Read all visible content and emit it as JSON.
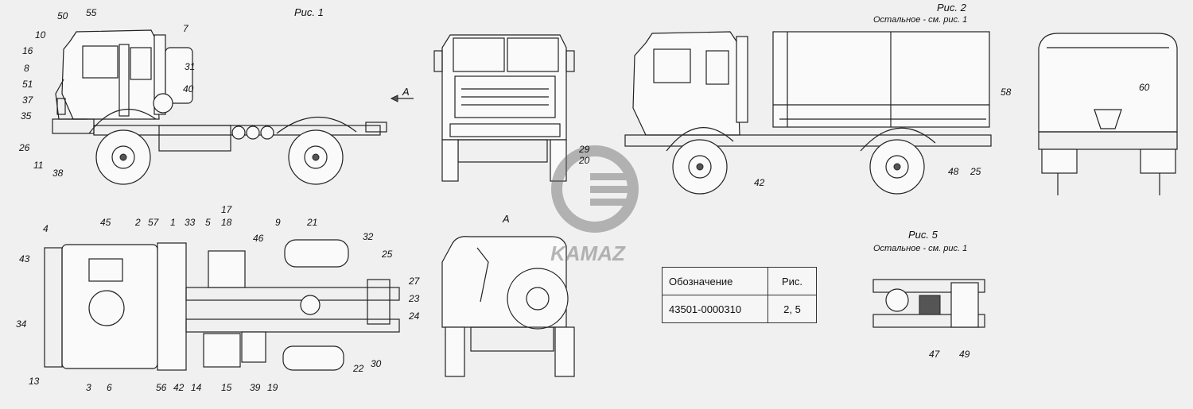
{
  "figures": {
    "fig1": {
      "caption": "Рис. 1"
    },
    "fig2": {
      "caption": "Рис. 2",
      "subcaption": "Остальное - см. рис. 1"
    },
    "fig5": {
      "caption": "Рис. 5",
      "subcaption": "Остальное - см. рис. 1"
    },
    "view_a": {
      "label": "A",
      "arrow_label": "A"
    }
  },
  "watermark": {
    "text": "KAMAZ"
  },
  "table": {
    "headers": [
      "Обозначение",
      "Рис."
    ],
    "rows": [
      [
        "43501-0000310",
        "2, 5"
      ]
    ]
  },
  "callouts": {
    "fig1_side": [
      "50",
      "55",
      "7",
      "10",
      "16",
      "8",
      "31",
      "51",
      "40",
      "37",
      "35",
      "26",
      "11",
      "38"
    ],
    "fig1_plan": [
      "4",
      "45",
      "2",
      "57",
      "1",
      "33",
      "5",
      "18",
      "17",
      "46",
      "9",
      "21",
      "32",
      "25",
      "43",
      "27",
      "23",
      "24",
      "34",
      "13",
      "3",
      "6",
      "56",
      "42",
      "14",
      "15",
      "39",
      "19",
      "22",
      "30"
    ],
    "front": [
      "29",
      "20"
    ],
    "fig2_side": [
      "58",
      "42",
      "48",
      "25"
    ],
    "fig2_rear": [
      "60"
    ],
    "fig5": [
      "47",
      "49"
    ]
  }
}
